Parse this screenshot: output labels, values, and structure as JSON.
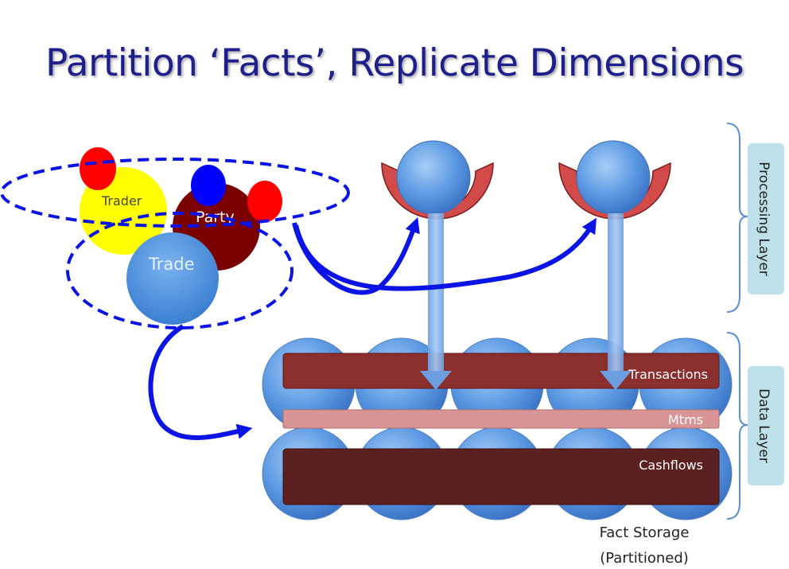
{
  "title": "Partition ‘Facts’, Replicate Dimensions",
  "entities": {
    "trader": "Trader",
    "party": "Party",
    "trade": "Trade"
  },
  "layers": {
    "processing": "Processing Layer",
    "data": "Data Layer"
  },
  "bars": {
    "transactions": "Transactions",
    "mtms": "Mtms",
    "cashflows": "Cashflows"
  },
  "storage_caption": {
    "line1": "Fact Storage",
    "line2": "(Partitioned)"
  },
  "colors": {
    "title": "#1e1e8c",
    "arrow_blue": "#0a14e6",
    "transactions_bar": "#8b2e2e",
    "mtms_bar": "#d99595",
    "cashflows_bar": "#5c2020",
    "layer_label_bg": "#bde0ea",
    "trader_yellow": "#ffff00",
    "party_maroon": "#7a0000",
    "trade_blue": "#4a90d9",
    "dot_red": "#ff0000",
    "dot_blue": "#0000ff"
  }
}
